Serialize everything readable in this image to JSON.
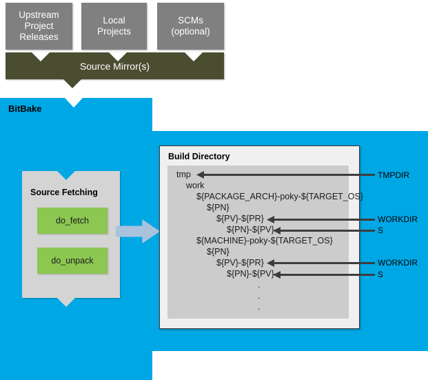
{
  "diagram": {
    "title": "BitBake source fetching and build directory layout",
    "colors": {
      "source_box": "#808080",
      "mirror_bar": "#4b4d30",
      "bitbake_region": "#00a7e5",
      "fetch_panel": "#d4d4d4",
      "task_box": "#8bc751",
      "build_dir": "#f0f0f0",
      "tree_panel": "#cccccc",
      "arrow": "#a9c3dd",
      "callout": "#3d3d3d"
    },
    "sources": [
      {
        "label": "Upstream\nProject\nReleases"
      },
      {
        "label": "Local\nProjects"
      },
      {
        "label": "SCMs\n(optional)"
      }
    ],
    "mirror": {
      "label": "Source Mirror(s)"
    },
    "bitbake": {
      "label": "BitBake",
      "fetching": {
        "title": "Source Fetching",
        "tasks": [
          {
            "label": "do_fetch"
          },
          {
            "label": "do_unpack"
          }
        ]
      }
    },
    "build_directory": {
      "title": "Build Directory",
      "tree": [
        {
          "text": "tmp",
          "indent": 0
        },
        {
          "text": "work",
          "indent": 1
        },
        {
          "text": "${PACKAGE_ARCH}-poky-${TARGET_OS}",
          "indent": 2
        },
        {
          "text": "${PN}",
          "indent": 3
        },
        {
          "text": "${PV}-${PR}",
          "indent": 4
        },
        {
          "text": "${PN}-${PV}",
          "indent": 5
        },
        {
          "text": "${MACHINE}-poky-${TARGET_OS}",
          "indent": 2
        },
        {
          "text": "${PN}",
          "indent": 3
        },
        {
          "text": "${PV}-${PR}",
          "indent": 4
        },
        {
          "text": "${PN}-${PV}",
          "indent": 5
        }
      ],
      "ellipsis": [
        ".",
        ".",
        "."
      ]
    },
    "callouts": [
      {
        "label": "TMPDIR",
        "target": "tmp"
      },
      {
        "label": "WORKDIR",
        "target": "${PV}-${PR}"
      },
      {
        "label": "S",
        "target": "${PN}-${PV}"
      },
      {
        "label": "WORKDIR",
        "target": "${PV}-${PR}"
      },
      {
        "label": "S",
        "target": "${PN}-${PV}"
      }
    ]
  }
}
